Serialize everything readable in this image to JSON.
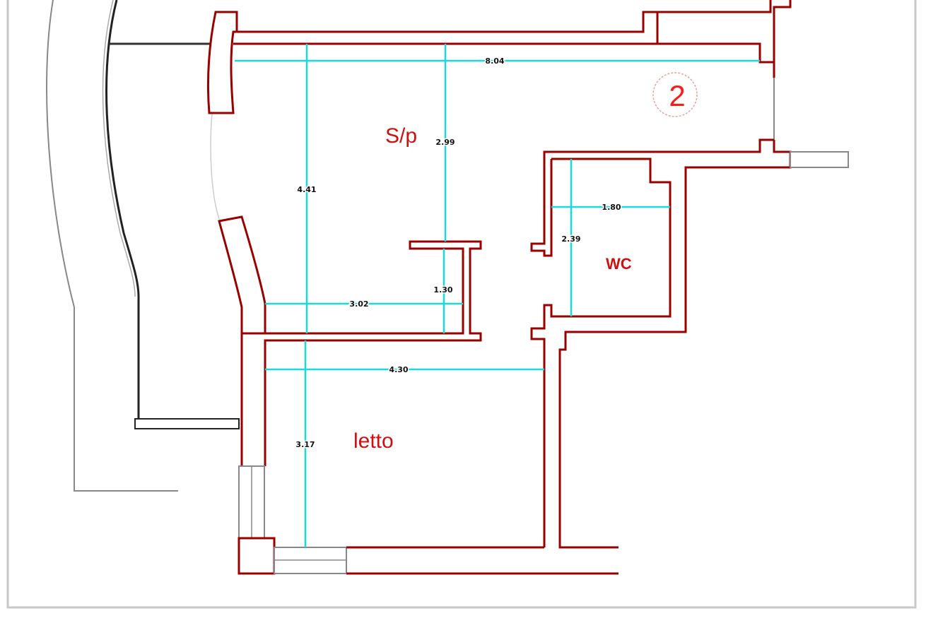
{
  "plan": {
    "unit_number": "2",
    "rooms": {
      "living": "S/p",
      "wc": "WC",
      "bedroom": "letto"
    },
    "dimensions": {
      "living_width": "8.04",
      "living_depth_left": "4.41",
      "living_depth_mid": "2.99",
      "living_lower_width": "3.02",
      "closet_depth": "1.30",
      "wc_width": "1.80",
      "wc_depth": "2.39",
      "bedroom_width": "4.30",
      "bedroom_depth": "3.17"
    },
    "colors": {
      "wall": "#990000",
      "dimension": "#19d9d9",
      "label": "#cc1111"
    }
  }
}
